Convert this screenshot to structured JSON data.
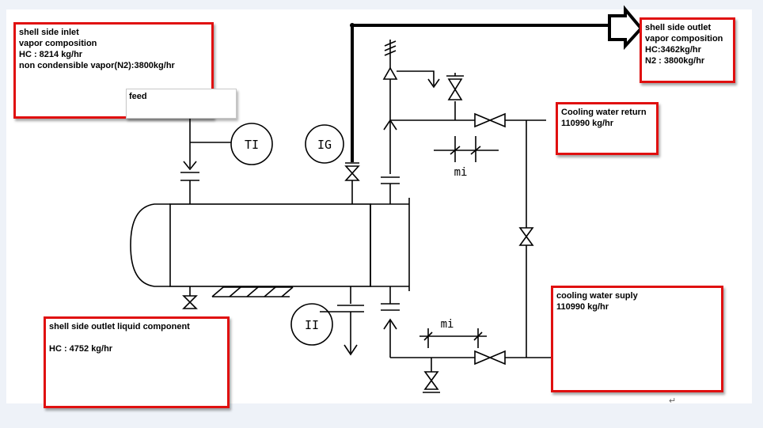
{
  "instruments": {
    "ti": "TI",
    "ig": "IG",
    "ii": "II",
    "mi_top": "mi",
    "mi_bottom": "mi"
  },
  "callouts": {
    "shell_inlet": [
      "shell side inlet",
      "vapor composition",
      "HC : 8214 kg/hr",
      "non condensible vapor(N2):3800kg/hr"
    ],
    "feed": "feed",
    "shell_outlet_vapor": [
      "shell side outlet",
      "vapor composition",
      "HC:3462kg/hr",
      "N2 : 3800kg/hr"
    ],
    "cooling_return": [
      "Cooling water return",
      "110990 kg/hr"
    ],
    "cooling_supply": [
      "cooling water suply",
      "110990 kg/hr"
    ],
    "shell_outlet_liquid": [
      "shell side outlet liquid component",
      "",
      "HC : 4752 kg/hr"
    ]
  },
  "colors": {
    "callout_border": "#e01010",
    "line": "#000000",
    "background": "#eef2f8"
  },
  "misc": {
    "return_mark": "↵"
  }
}
